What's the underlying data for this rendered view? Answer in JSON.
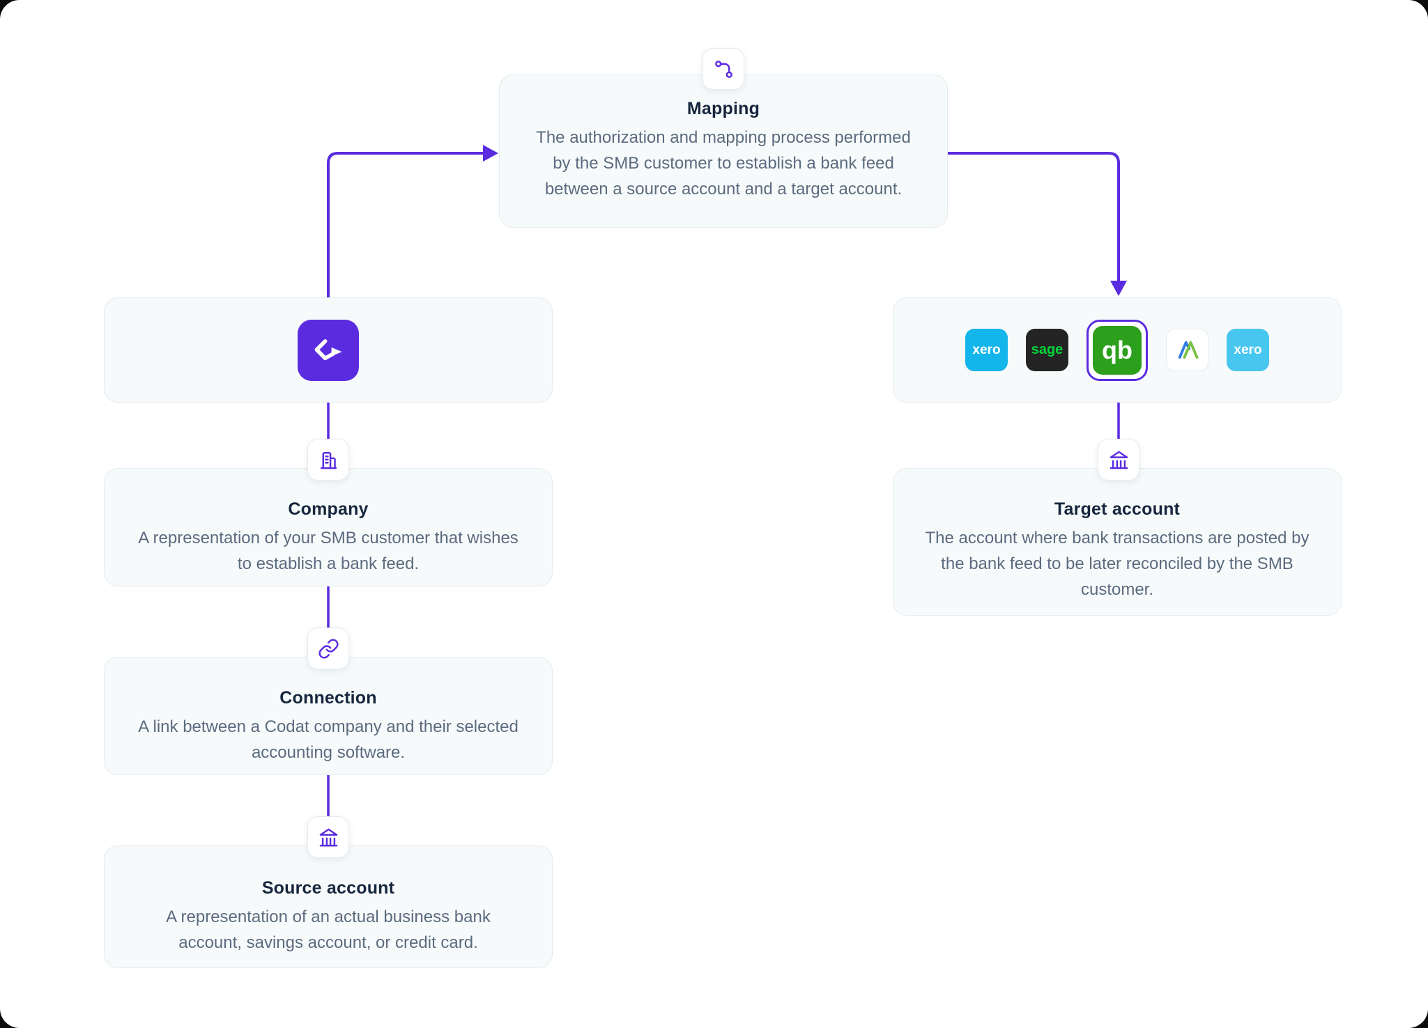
{
  "colors": {
    "accent": "#5b2be0",
    "heading": "#16263d",
    "body_text": "#5b6b7f",
    "xero_blue": "#13b5ea",
    "xero_light": "#47c6ef",
    "sage_dark": "#242424",
    "sage_green": "#00d639",
    "qb_green": "#2ca01c"
  },
  "nodes": {
    "mapping": {
      "title": "Mapping",
      "description": "The authorization and mapping process performed by the SMB customer to establish a bank feed between a source account and a target account."
    },
    "company": {
      "title": "Company",
      "description": "A representation of your SMB customer that wishes to establish a bank feed."
    },
    "connection": {
      "title": "Connection",
      "description": "A link between a Codat company and their selected accounting software."
    },
    "source_account": {
      "title": "Source account",
      "description": "A representation of an actual business bank account, savings account, or credit card."
    },
    "target_account": {
      "title": "Target account",
      "description": "The account where bank transactions are posted by the bank feed to be later reconciled by the SMB customer."
    }
  },
  "platforms": [
    {
      "name": "xero",
      "label": "xero"
    },
    {
      "name": "sage",
      "label": "sage"
    },
    {
      "name": "quickbooks",
      "label": "qb",
      "selected": true
    },
    {
      "name": "freeagent",
      "label": ""
    },
    {
      "name": "xero",
      "label": "xero"
    }
  ]
}
